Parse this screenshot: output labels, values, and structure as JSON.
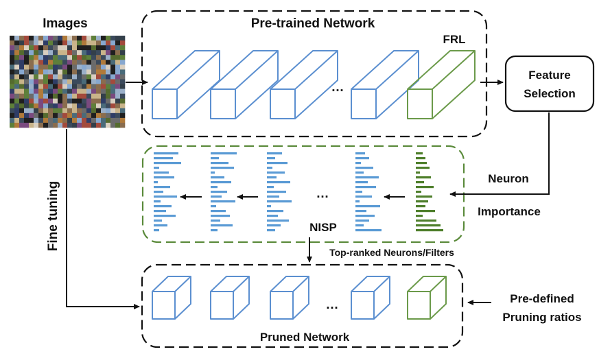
{
  "labels": {
    "images": "Images",
    "pretrained": "Pre-trained Network",
    "frl": "FRL",
    "feature_selection_line1": "Feature",
    "feature_selection_line2": "Selection",
    "neuron": "Neuron",
    "importance": "Importance",
    "nisp": "NISP",
    "top_ranked": "Top-ranked Neurons/Filters",
    "fine_tuning": "Fine tuning",
    "predefined_line1": "Pre-defined",
    "predefined_line2": "Pruning ratios",
    "pruned": "Pruned Network",
    "ellipsis": "…"
  },
  "colors": {
    "blue_block": "#5b8fd0",
    "green_block": "#6b9a4a",
    "blue_bar": "#5b9bd5",
    "green_bar": "#4f7f2c",
    "green_dash": "#5a8a3a",
    "black": "#111111"
  },
  "icons": {
    "images_thumbnail": "photo-mosaic"
  }
}
